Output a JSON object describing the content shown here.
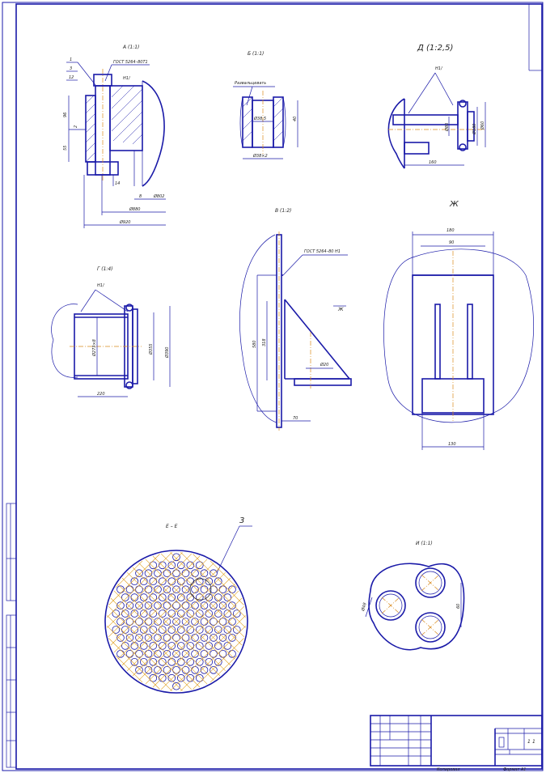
{
  "views": {
    "a_title": "А (1:1)",
    "b_title": "Б (1:1)",
    "d_title": "Д (1:2,5)",
    "g_title": "Г (1:4)",
    "v_title": "В (1:2)",
    "zh_title": "Ж",
    "e_title": "Е – Е",
    "i_title": "И (1:1)"
  },
  "labels": {
    "gost_a": "ГОСТ 5264–80Т1",
    "weld_a": "Н1/",
    "n1": "1",
    "n2": "3",
    "n3": "12",
    "n4": "14",
    "n5": "8",
    "dim_96": "96",
    "dim_2": "2",
    "dim_55": "55",
    "dia_802": "Ø802",
    "dia_880": "Ø880",
    "dia_920": "Ø920",
    "razv": "Развальцевать",
    "b_d1": "Ø38,5",
    "b_d2": "Ø38×2",
    "b_d3": "40",
    "d_weld": "Н1/",
    "d_dim1": "Ø80",
    "d_dim2": "Ø180",
    "d_dim3": "Ø60",
    "d_dim4": "160",
    "g_weld": "Н1/",
    "g_dia1": "Ø273×8",
    "g_dia2": "Ø355",
    "g_dia3": "Ø390",
    "g_dim": "220",
    "v_gost": "ГОСТ 5264–80 Н1",
    "v_dim1": "580",
    "v_dim2": "318",
    "v_dim3": "Ø20",
    "v_dim4": "70",
    "v_arrow": "Ж",
    "zh_180": "180",
    "zh_90": "90",
    "zh_130": "130",
    "e_leader": "3",
    "i_dim1": "60",
    "i_dim2": "Ø48"
  },
  "stamp": {
    "sheet": "1",
    "sheets": "1",
    "copy_label": "Копировал",
    "format_label": "Формат А1"
  }
}
